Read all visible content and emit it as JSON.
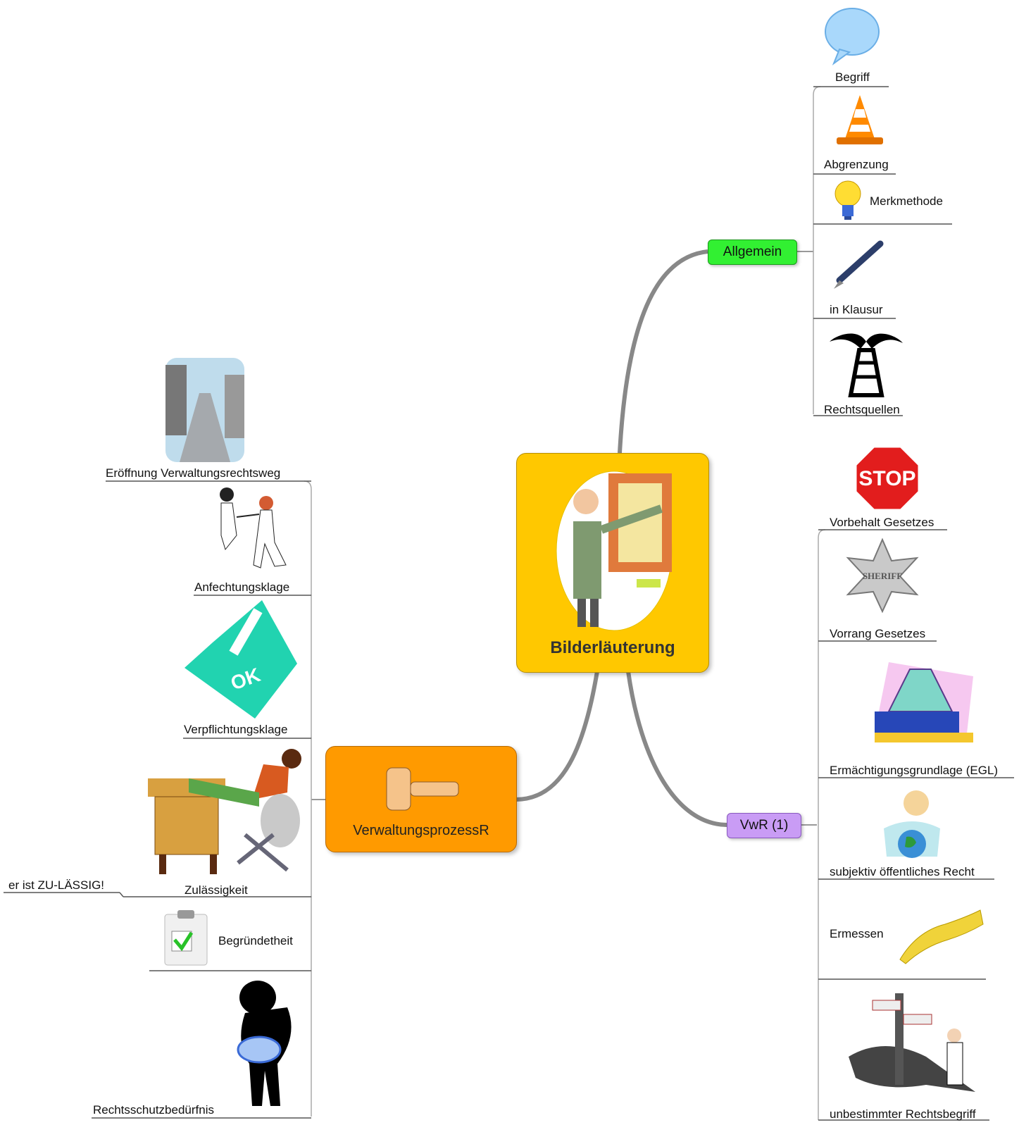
{
  "central": {
    "title": "Bilderläuterung",
    "image": "presenter-clipart"
  },
  "left_branch": {
    "title": "VerwaltungsprozessR",
    "icon": "gavel-icon",
    "items": [
      {
        "label": "Eröffnung Verwaltungsrechtsweg",
        "icon": "roman-road-icon"
      },
      {
        "label": "Anfechtungsklage",
        "icon": "fencing-icon"
      },
      {
        "label": "Verpflichtungsklage",
        "icon": "ok-stamp-icon"
      },
      {
        "label": "Zulässigkeit",
        "icon": "relaxed-man-desk-icon",
        "note": "er ist ZU-LÄSSIG!"
      },
      {
        "label": "Begründetheit",
        "icon": "clipboard-check-icon"
      },
      {
        "label": "Rechtsschutzbedürfnis",
        "icon": "figure-with-baby-icon"
      }
    ]
  },
  "right_top_branch": {
    "title": "Allgemein",
    "color": "#32f032",
    "items": [
      {
        "label": "Begriff",
        "icon": "speech-bubble-icon"
      },
      {
        "label": "Abgrenzung",
        "icon": "traffic-cone-icon"
      },
      {
        "label": "Merkmethode",
        "icon": "light-bulb-icon"
      },
      {
        "label": "in Klausur",
        "icon": "fountain-pen-icon"
      },
      {
        "label": "Rechtsquellen",
        "icon": "oil-well-icon"
      }
    ]
  },
  "right_bottom_branch": {
    "title": "VwR (1)",
    "color": "#c99cf5",
    "items": [
      {
        "label": "Vorbehalt Gesetzes",
        "icon": "stop-sign-icon",
        "sign_text": "STOP"
      },
      {
        "label": "Vorrang Gesetzes",
        "icon": "sheriff-star-icon",
        "badge_text": "SHERIFF"
      },
      {
        "label": "Ermächtigungsgrundlage (EGL)",
        "icon": "house-of-cards-book-icon"
      },
      {
        "label": "subjektiv öffentliches Recht",
        "icon": "woman-holding-globe-icon"
      },
      {
        "label": "Ermessen",
        "icon": "measuring-tape-icon"
      },
      {
        "label": "unbestimmter Rechtsbegriff",
        "icon": "signpost-man-icon"
      }
    ]
  }
}
